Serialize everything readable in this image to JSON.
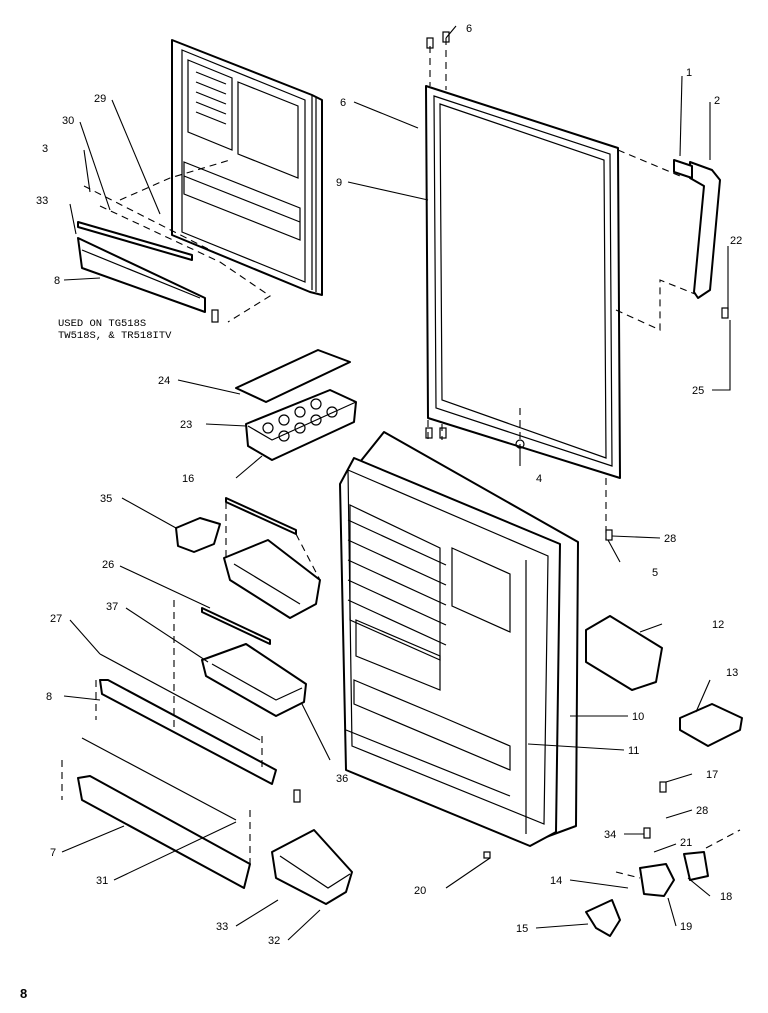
{
  "note": {
    "line1": "USED ON TG518S",
    "line2": "TW518S, & TR518ITV"
  },
  "page_number": "8",
  "callouts": {
    "c1": "1",
    "c2": "2",
    "c3": "3",
    "c4": "4",
    "c5": "5",
    "c6a": "6",
    "c6b": "6",
    "c7": "7",
    "c8a": "8",
    "c8b": "8",
    "c9": "9",
    "c10": "10",
    "c11": "11",
    "c12": "12",
    "c13": "13",
    "c14": "14",
    "c15": "15",
    "c16": "16",
    "c17": "17",
    "c18": "18",
    "c19": "19",
    "c20": "20",
    "c21": "21",
    "c22": "22",
    "c23": "23",
    "c24": "24",
    "c25": "25",
    "c26": "26",
    "c27": "27",
    "c28a": "28",
    "c28b": "28",
    "c29": "29",
    "c30": "30",
    "c31": "31",
    "c32": "32",
    "c33a": "33",
    "c33b": "33",
    "c34": "34",
    "c35": "35",
    "c36": "36",
    "c37": "37"
  }
}
